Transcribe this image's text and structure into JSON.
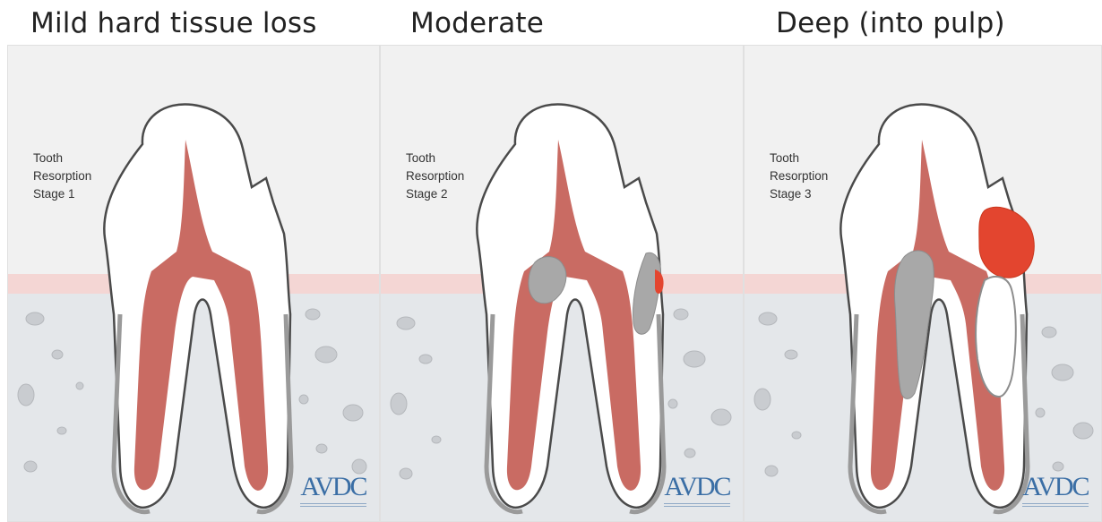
{
  "headings": {
    "mild": "Mild hard tissue loss",
    "moderate": "Moderate",
    "deep": "Deep (into pulp)"
  },
  "panels": [
    {
      "label": [
        "Tooth",
        "Resorption",
        "Stage 1"
      ],
      "logo": "AVDC"
    },
    {
      "label": [
        "Tooth",
        "Resorption",
        "Stage 2"
      ],
      "logo": "AVDC"
    },
    {
      "label": [
        "Tooth",
        "Resorption",
        "Stage 3"
      ],
      "logo": "AVDC"
    }
  ],
  "colors": {
    "pulp": "#c96b63",
    "resorption_gray": "#a8a8a8",
    "resorption_red": "#e3452f",
    "gingiva": "#f4d6d4",
    "bone": "#e4e7ea",
    "logo": "#3a6ea5"
  }
}
